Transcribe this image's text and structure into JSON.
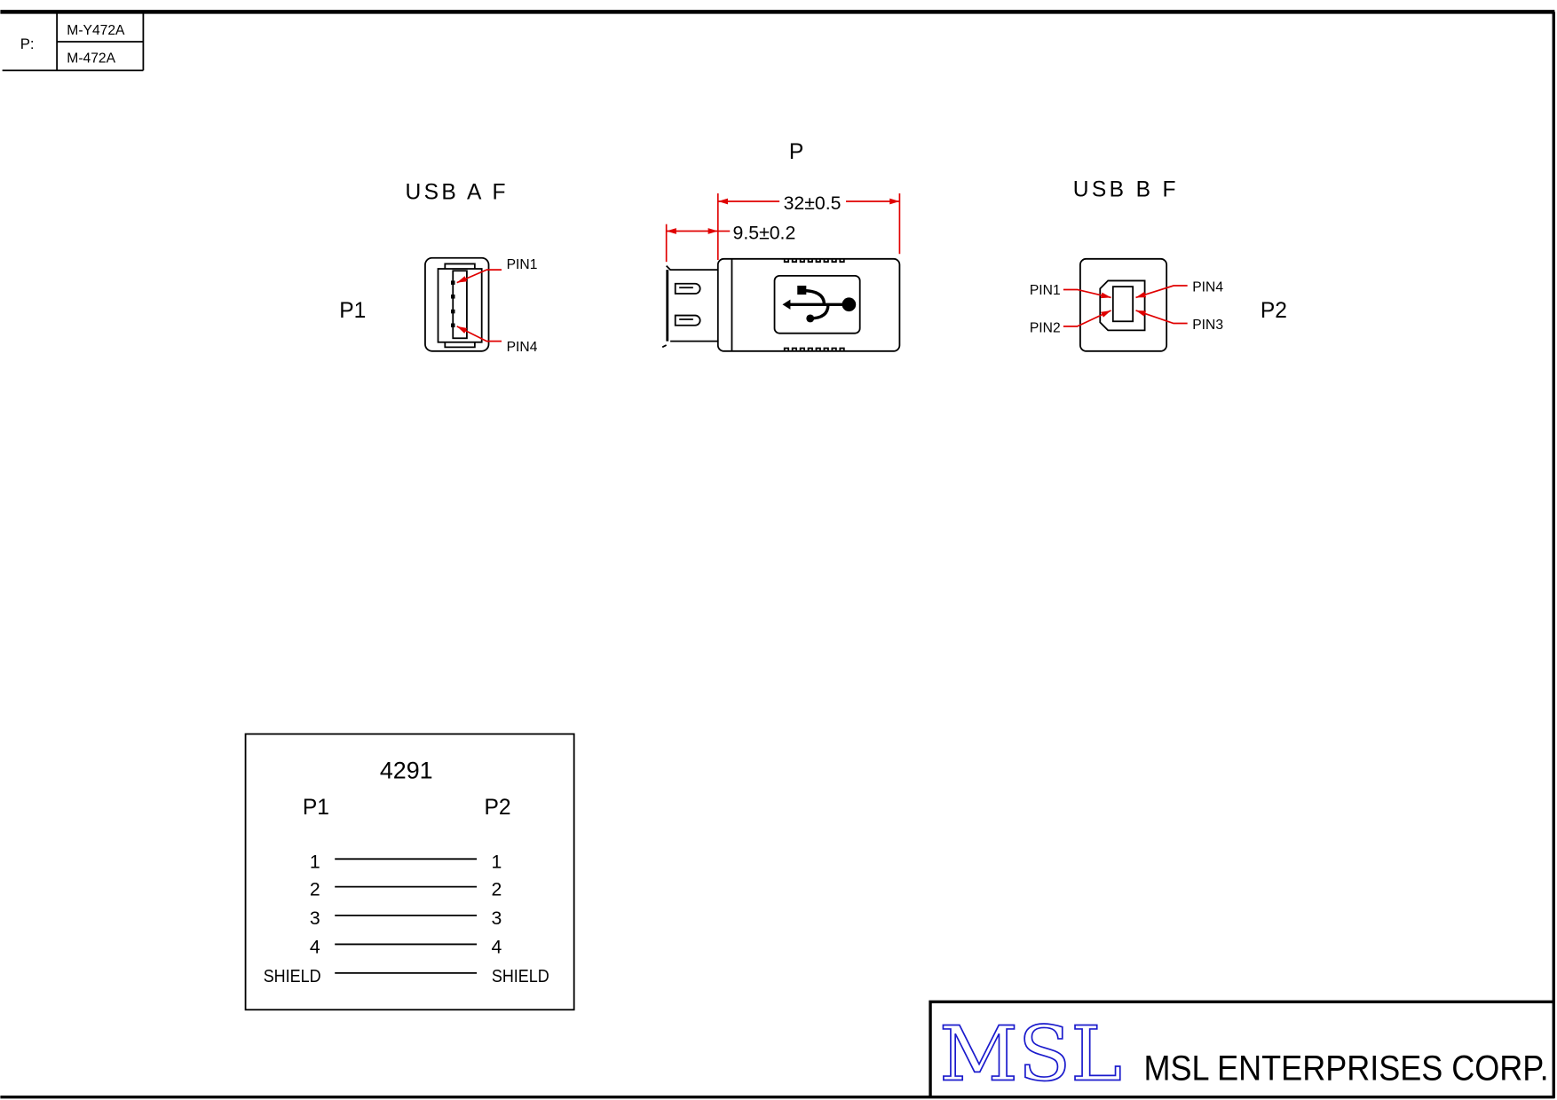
{
  "part_table": {
    "label": "P:",
    "parts": [
      "M-Y472A",
      "M-472A"
    ]
  },
  "connector_a": {
    "title": "USB A F",
    "id": "P1",
    "pin_top": "PIN1",
    "pin_bottom": "PIN4"
  },
  "side_view": {
    "title": "P",
    "dim_overall": "32±0.5",
    "dim_front": "9.5±0.2",
    "logo": "usb-icon"
  },
  "connector_b": {
    "title": "USB B F",
    "id": "P2",
    "pins": {
      "pin1": "PIN1",
      "pin2": "PIN2",
      "pin3": "PIN3",
      "pin4": "PIN4"
    }
  },
  "wiring": {
    "title": "4291",
    "left_header": "P1",
    "right_header": "P2",
    "rows": [
      {
        "left": "1",
        "right": "1"
      },
      {
        "left": "2",
        "right": "2"
      },
      {
        "left": "3",
        "right": "3"
      },
      {
        "left": "4",
        "right": "4"
      },
      {
        "left": "SHIELD",
        "right": "SHIELD"
      }
    ]
  },
  "title_block": {
    "logo": "MSL",
    "company": "MSL ENTERPRISES CORP.",
    "logo_color": "#1a1acc",
    "dim_color": "#e00000"
  }
}
